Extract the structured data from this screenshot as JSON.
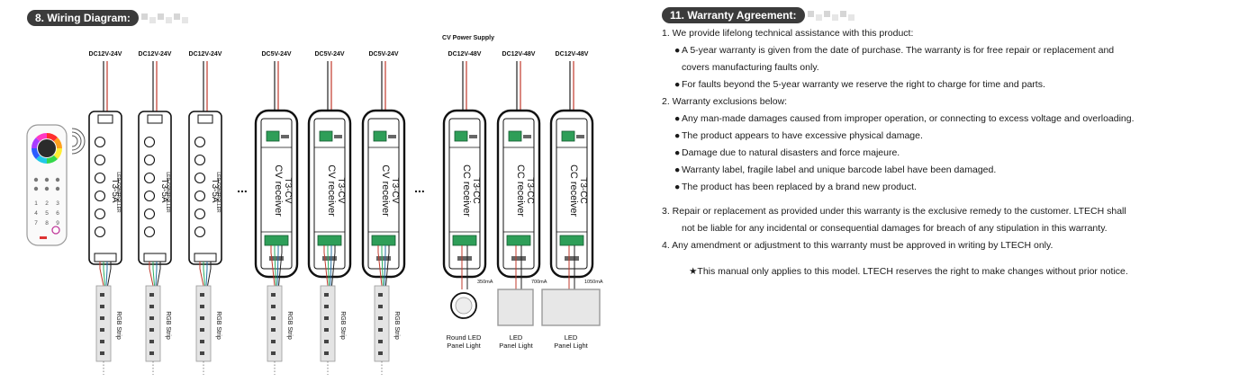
{
  "wiring": {
    "header": "8. Wiring Diagram:",
    "cv_power_supply": "CV Power Supply",
    "supply_labels": [
      "DC12V-24V",
      "DC12V-24V",
      "DC12V-24V",
      "DC5V-24V",
      "DC5V-24V",
      "DC5V-24V",
      "DC12V-48V",
      "DC12V-48V",
      "DC12V-48V"
    ],
    "controller_label": "T3-5A",
    "controller_sub": "LED CONTROLLER",
    "cv_receiver": "CV receiver",
    "cv_model": "T3-CV",
    "cc_receiver": "CC receiver",
    "cc_model": "T3-CC",
    "strip_label": "RGB Strip",
    "ellipsis": "...",
    "currents": [
      "350mA",
      "700mA",
      "1050mA"
    ],
    "lights": [
      {
        "line1": "Round LED",
        "line2": "Panel Light"
      },
      {
        "line1": "LED",
        "line2": "Panel Light"
      },
      {
        "line1": "LED",
        "line2": "Panel Light"
      }
    ],
    "remote_keys": [
      "1",
      "2",
      "3",
      "4",
      "5",
      "6",
      "7",
      "8",
      "9"
    ]
  },
  "warranty": {
    "header": "11. Warranty Agreement:",
    "lines": [
      {
        "type": "item",
        "text": "1. We provide lifelong technical assistance with this product:"
      },
      {
        "type": "sub",
        "bullet": "●",
        "text": "A 5-year warranty is given from the date of purchase. The warranty is for free repair or replacement and"
      },
      {
        "type": "cont",
        "text": "covers manufacturing faults only."
      },
      {
        "type": "sub",
        "bullet": "●",
        "text": "For faults beyond the 5-year warranty we reserve the right to charge for time and parts."
      },
      {
        "type": "item",
        "text": "2. Warranty exclusions below:"
      },
      {
        "type": "sub",
        "bullet": "●",
        "text": "Any man-made damages caused from improper operation, or connecting to excess voltage and overloading."
      },
      {
        "type": "sub",
        "bullet": "●",
        "text": "The product appears to have excessive physical damage."
      },
      {
        "type": "sub",
        "bullet": "●",
        "text": "Damage due to natural disasters and force majeure."
      },
      {
        "type": "sub",
        "bullet": "●",
        "text": "Warranty label, fragile label and unique barcode label have been damaged."
      },
      {
        "type": "sub",
        "bullet": "●",
        "text": "The product has been replaced by a brand new product."
      },
      {
        "type": "item",
        "text": "3. Repair or replacement as provided under this warranty is the exclusive remedy to the customer. LTECH shall"
      },
      {
        "type": "cont",
        "text": "not be liable for any incidental or consequential damages for breach of any stipulation in this warranty."
      },
      {
        "type": "item",
        "text": "4. Any amendment or adjustment to this warranty must be approved in writing  by LTECH only."
      }
    ],
    "note": "★This manual only applies to this model. LTECH reserves the right to make changes without prior notice."
  }
}
